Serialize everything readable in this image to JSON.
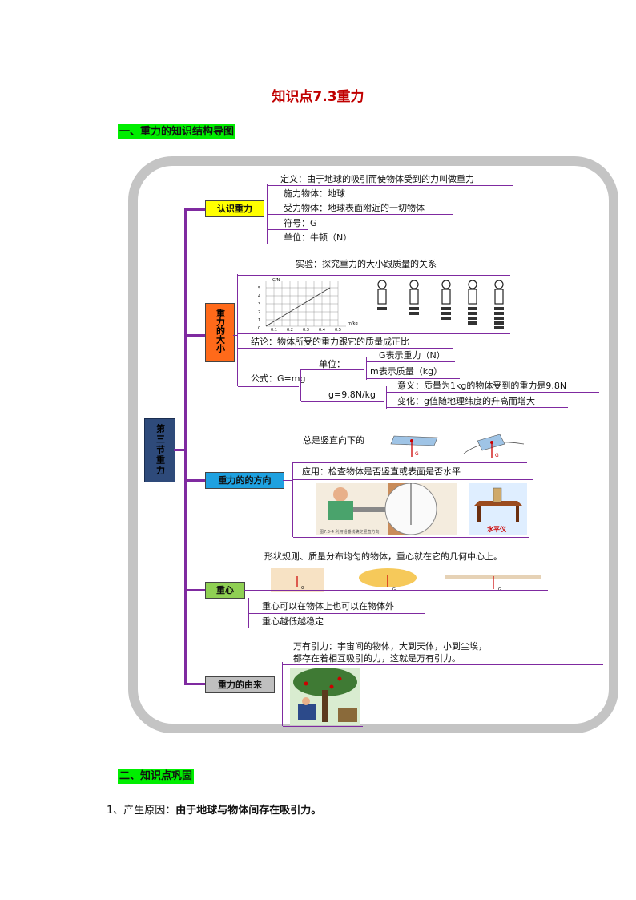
{
  "title": "知识点7.3重力",
  "section1": "一、重力的知识结构导图",
  "center_node": "第三节重力",
  "branches": {
    "recognize": {
      "label": "认识重力",
      "items": [
        "定义：由于地球的吸引而使物体受到的力叫做重力",
        "施力物体：地球",
        "受力物体：地球表面附近的一切物体",
        "符号：G",
        "单位：牛顿（N）"
      ]
    },
    "magnitude": {
      "label": "重力的大小",
      "experiment": "实验：探究重力的大小跟质量的关系",
      "graph_ylabel": "G/N",
      "graph_xlabel": "m/kg",
      "graph_yticks": [
        "5",
        "4",
        "3",
        "2",
        "1",
        "0"
      ],
      "graph_xticks": [
        "0.1",
        "0.2",
        "0.3",
        "0.4",
        "0.5"
      ],
      "conclusion": "结论：物体所受的重力跟它的质量成正比",
      "formula": "公式：G=mg",
      "unit_label": "单位：",
      "unit_g": "G表示重力（N）",
      "unit_m": "m表示质量（kg）",
      "g_value": "g=9.8N/kg",
      "g_meaning": "意义：质量为1kg的物体受到的重力是9.8N",
      "g_change": "变化：g值随地理纬度的升高而增大"
    },
    "direction": {
      "label": "重力的的方向",
      "top": "总是竖直向下的",
      "application": "应用：检查物体是否竖直或表面是否水平",
      "caption": "图7.3-4 利用铅垂线确定竖直方向",
      "level_label": "水平仪",
      "g_label": "G"
    },
    "center": {
      "label": "重心",
      "top": "形状规则、质量分布均匀的物体，重心就在它的几何中心上。",
      "item1": "重心可以在物体上也可以在物体外",
      "item2": "重心越低越稳定",
      "g_label": "G"
    },
    "origin": {
      "label": "重力的由来",
      "text": "万有引力：宇宙间的物体，大到天体，小到尘埃，都存在着相互吸引的力，这就是万有引力。"
    }
  },
  "section2": "二、知识点巩固",
  "item1_prefix": "1、产生原因：",
  "item1_bold": "由于地球与物体间存在吸引力。",
  "colors": {
    "branch_line": "#7f2aa0",
    "title": "#c00000",
    "highlight": "#00ee00",
    "center": "#2e4a7a"
  }
}
